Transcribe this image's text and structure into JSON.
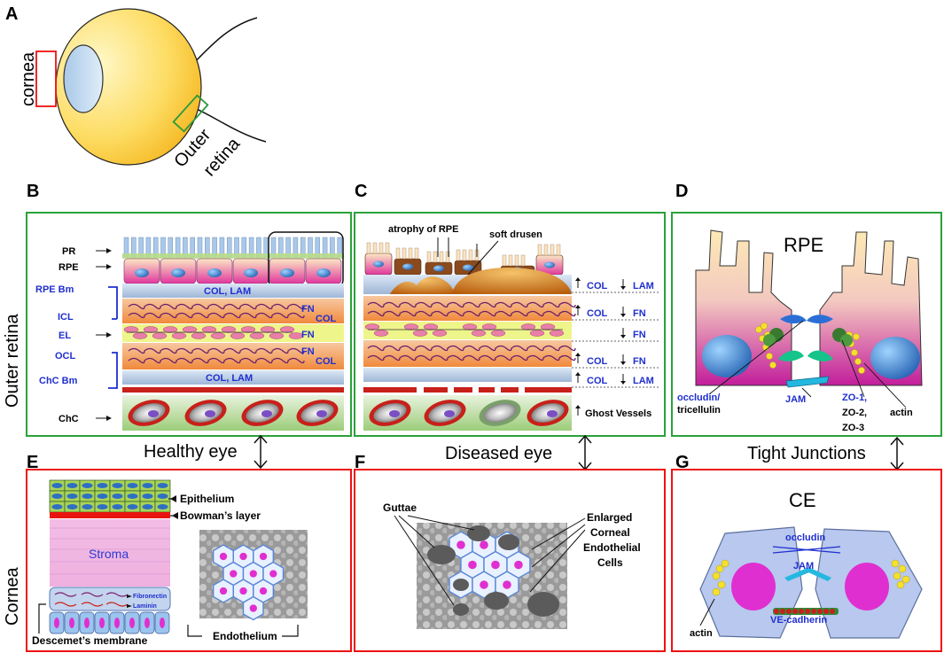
{
  "panel_letters": {
    "a": "A",
    "b": "B",
    "c": "C",
    "d": "D",
    "e": "E",
    "f": "F",
    "g": "G"
  },
  "eye": {
    "cornea_label": "cornea",
    "outer_label": "Outer",
    "retina_label": "retina"
  },
  "side_labels": {
    "outer_retina": "Outer retina",
    "cornea": "Cornea"
  },
  "panel_b": {
    "layers": {
      "pr": "PR",
      "rpe": "RPE",
      "rpe_bm": "RPE Bm",
      "icl": "ICL",
      "el": "EL",
      "ocl": "OCL",
      "chc_bm": "ChC Bm",
      "chc": "ChC"
    },
    "inside": {
      "col_lam_1": "COL, LAM",
      "fn_1": "FN",
      "col_1": "COL",
      "fn_2": "FN",
      "fn_3": "FN",
      "col_3": "COL",
      "col_lam_2": "COL, LAM"
    }
  },
  "panel_c": {
    "atrophy": "atrophy of RPE",
    "soft_drusen": "soft drusen",
    "changes": {
      "col_1": "COL",
      "lam_1": "LAM",
      "col_2": "COL",
      "fn_2": "FN",
      "fn_3": "FN",
      "col_4": "COL",
      "fn_4": "FN",
      "col_5": "COL",
      "lam_5": "LAM"
    },
    "ghost": "Ghost Vessels"
  },
  "panel_d": {
    "title": "RPE",
    "occludin": "occludin/",
    "tricellulin": "tricellulin",
    "jam": "JAM",
    "zo1": "ZO-1,",
    "zo2": "ZO-2,",
    "zo3": "ZO-3",
    "actin": "actin"
  },
  "connectors": {
    "healthy": "Healthy eye",
    "diseased": "Diseased eye",
    "tight": "Tight Junctions"
  },
  "panel_e": {
    "epithelium": "Epithelium",
    "bowman": "Bowman’s layer",
    "stroma": "Stroma",
    "fibronectin": "Fibronectin",
    "laminin": "Laminin",
    "descemet": "Descemet’s membrane",
    "endothelium": "Endothelium"
  },
  "panel_f": {
    "guttae": "Guttae",
    "enlarged": "Enlarged",
    "corneal": "Corneal",
    "endothelial": "Endothelial",
    "cells": "Cells"
  },
  "panel_g": {
    "title": "CE",
    "occludin": "occludin",
    "jam": "JAM",
    "actin": "actin",
    "vecad": "VE-cadherin"
  }
}
